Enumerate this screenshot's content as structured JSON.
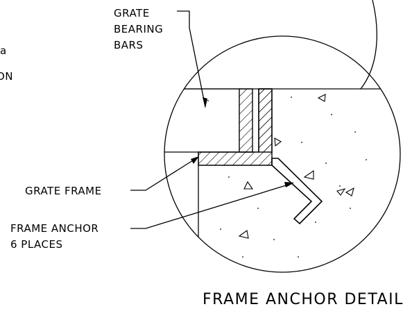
{
  "labels": {
    "grate_bearing_bars": [
      "GRATE",
      "BEARING",
      "BARS"
    ],
    "grate_frame": "GRATE FRAME",
    "frame_anchor": [
      "FRAME ANCHOR",
      "6 PLACES"
    ],
    "cut_off_fragments": [
      "a",
      "ON"
    ],
    "title": "FRAME ANCHOR DETAIL"
  }
}
